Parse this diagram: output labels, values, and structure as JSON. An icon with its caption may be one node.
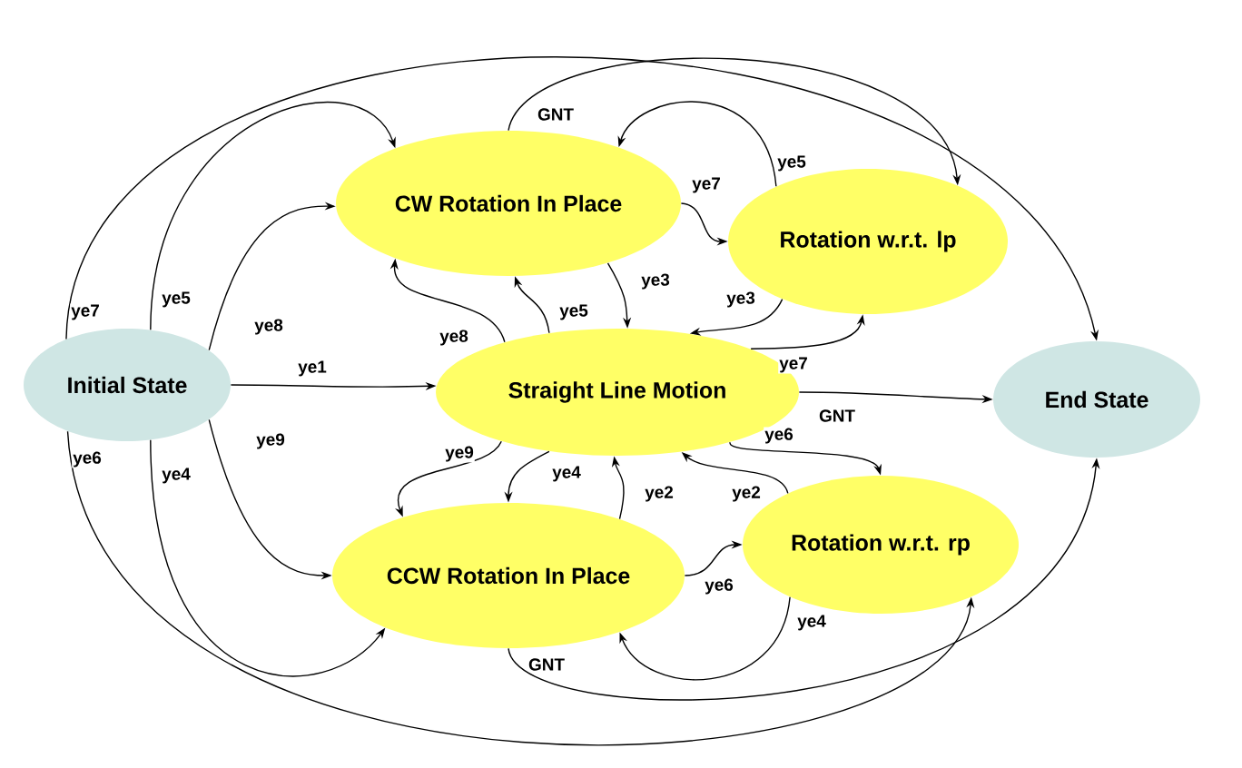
{
  "diagram": {
    "nodes": [
      {
        "text": [
          "Initial State"
        ]
      },
      {
        "text": [
          "CW Rotation In Place"
        ]
      },
      {
        "text": [
          "Rotation w.r.t. lp"
        ]
      },
      {
        "text": [
          "Straight Line Motion"
        ]
      },
      {
        "text": [
          "End State"
        ]
      },
      {
        "text": [
          "CCW Rotation In Place"
        ]
      },
      {
        "text": [
          "Rotation w.r.t. rp"
        ]
      }
    ],
    "edges": [
      {
        "from": 0,
        "to": 1,
        "arrow": "to",
        "label": "ye5"
      },
      {
        "from": 0,
        "to": 1,
        "arrow": "to",
        "label": "ye8"
      },
      {
        "from": 0,
        "to": 4,
        "arrow": "to",
        "label": "ye7"
      },
      {
        "from": 0,
        "to": 3,
        "arrow": "to",
        "label": "ye1"
      },
      {
        "from": 0,
        "to": 5,
        "arrow": "to",
        "label": "ye9"
      },
      {
        "from": 0,
        "to": 5,
        "arrow": "to",
        "label": "ye4"
      },
      {
        "from": 0,
        "to": 6,
        "arrow": "to",
        "label": "ye6"
      },
      {
        "from": 1,
        "to": 2,
        "arrow": "to",
        "label": "GNT"
      },
      {
        "from": 2,
        "to": 1,
        "arrow": "to",
        "label": "ye5"
      },
      {
        "from": 1,
        "to": 2,
        "arrow": "to",
        "label": "ye7"
      },
      {
        "from": 1,
        "to": 3,
        "arrow": "to",
        "label": "ye3"
      },
      {
        "from": 2,
        "to": 3,
        "arrow": "to",
        "label": "ye3"
      },
      {
        "from": 3,
        "to": 1,
        "arrow": "to",
        "label": "ye5"
      },
      {
        "from": 3,
        "to": 1,
        "arrow": "to",
        "label": "ye8"
      },
      {
        "from": 3,
        "to": 2,
        "arrow": "to",
        "label": "ye7"
      },
      {
        "from": 3,
        "to": 4,
        "arrow": "to",
        "label": "GNT"
      },
      {
        "from": 3,
        "to": 5,
        "arrow": "to",
        "label": "ye9"
      },
      {
        "from": 3,
        "to": 5,
        "arrow": "to",
        "label": "ye4"
      },
      {
        "from": 5,
        "to": 3,
        "arrow": "to",
        "label": "ye2"
      },
      {
        "from": 6,
        "to": 3,
        "arrow": "to",
        "label": "ye2"
      },
      {
        "from": 3,
        "to": 6,
        "arrow": "to",
        "label": "ye6"
      },
      {
        "from": 5,
        "to": 6,
        "arrow": "to",
        "label": "ye6"
      },
      {
        "from": 6,
        "to": 5,
        "arrow": "to",
        "label": "ye4"
      },
      {
        "from": 5,
        "to": 4,
        "arrow": "to",
        "label": "GNT"
      }
    ]
  }
}
